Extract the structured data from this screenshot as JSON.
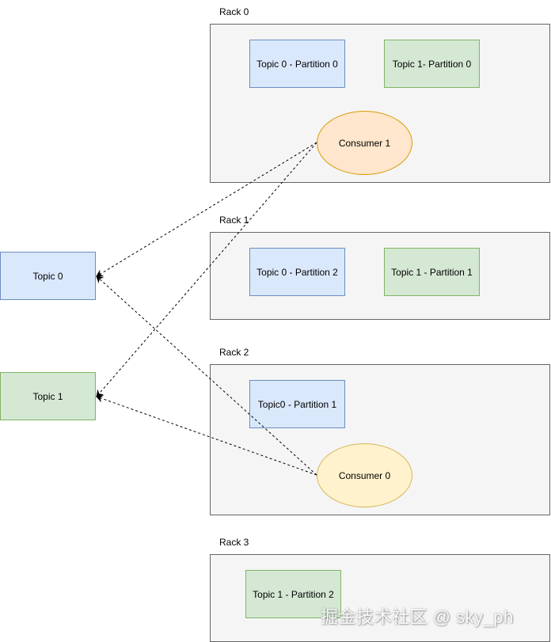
{
  "racks": [
    {
      "label": "Rack 0"
    },
    {
      "label": "Rack 1"
    },
    {
      "label": "Rack 2"
    },
    {
      "label": "Rack 3"
    }
  ],
  "partitions": {
    "r0_t0p0": "Topic 0 - Partition 0",
    "r0_t1p0": "Topic 1- Partition 0",
    "r1_t0p2": "Topic 0 - Partition 2",
    "r1_t1p1": "Topic 1 - Partition 1",
    "r2_t0p1": "Topic0 - Partition 1",
    "r3_t1p2": "Topic 1 - Partition 2"
  },
  "consumers": {
    "c1": "Consumer 1",
    "c0": "Consumer 0"
  },
  "topics": {
    "t0": "Topic 0",
    "t1": "Topic 1"
  },
  "colors": {
    "blue_fill": "#dae8fc",
    "blue_stroke": "#6c8ebf",
    "green_fill": "#d5e8d4",
    "green_stroke": "#82b366",
    "rack_fill": "#f5f5f5",
    "consumer1_fill": "#ffe6cc",
    "consumer0_fill": "#fff2cc"
  },
  "watermark": "掘金技术社区 @ sky_ph"
}
